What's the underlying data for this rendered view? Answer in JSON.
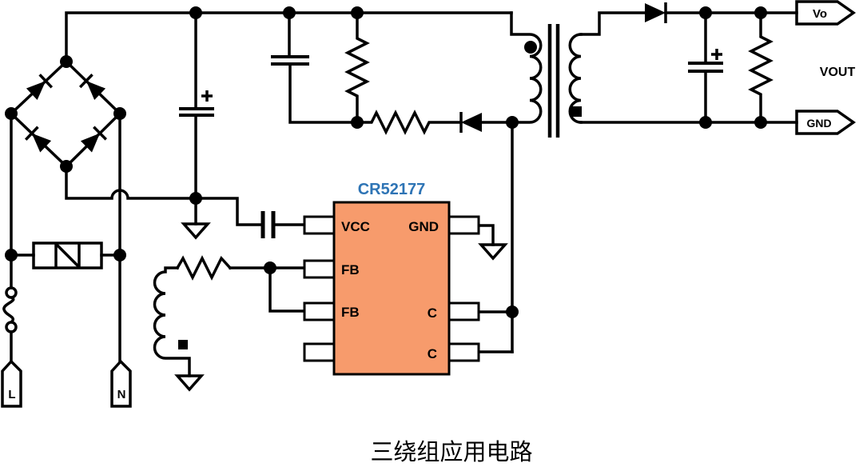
{
  "ic": {
    "title": "CR52177",
    "fill": "#F79B6C",
    "title_color": "#2E74B5",
    "pins": {
      "vcc": "VCC",
      "gnd": "GND",
      "fb1": "FB",
      "fb2": "FB",
      "c1": "C",
      "c2": "C"
    }
  },
  "terminals": {
    "live": "L",
    "neutral": "N",
    "vo": "Vo",
    "gnd": "GND",
    "vout": "VOUT"
  },
  "caption": "三绕组应用电路",
  "colors": {
    "line": "#000000",
    "background": "#FFFFFF"
  }
}
